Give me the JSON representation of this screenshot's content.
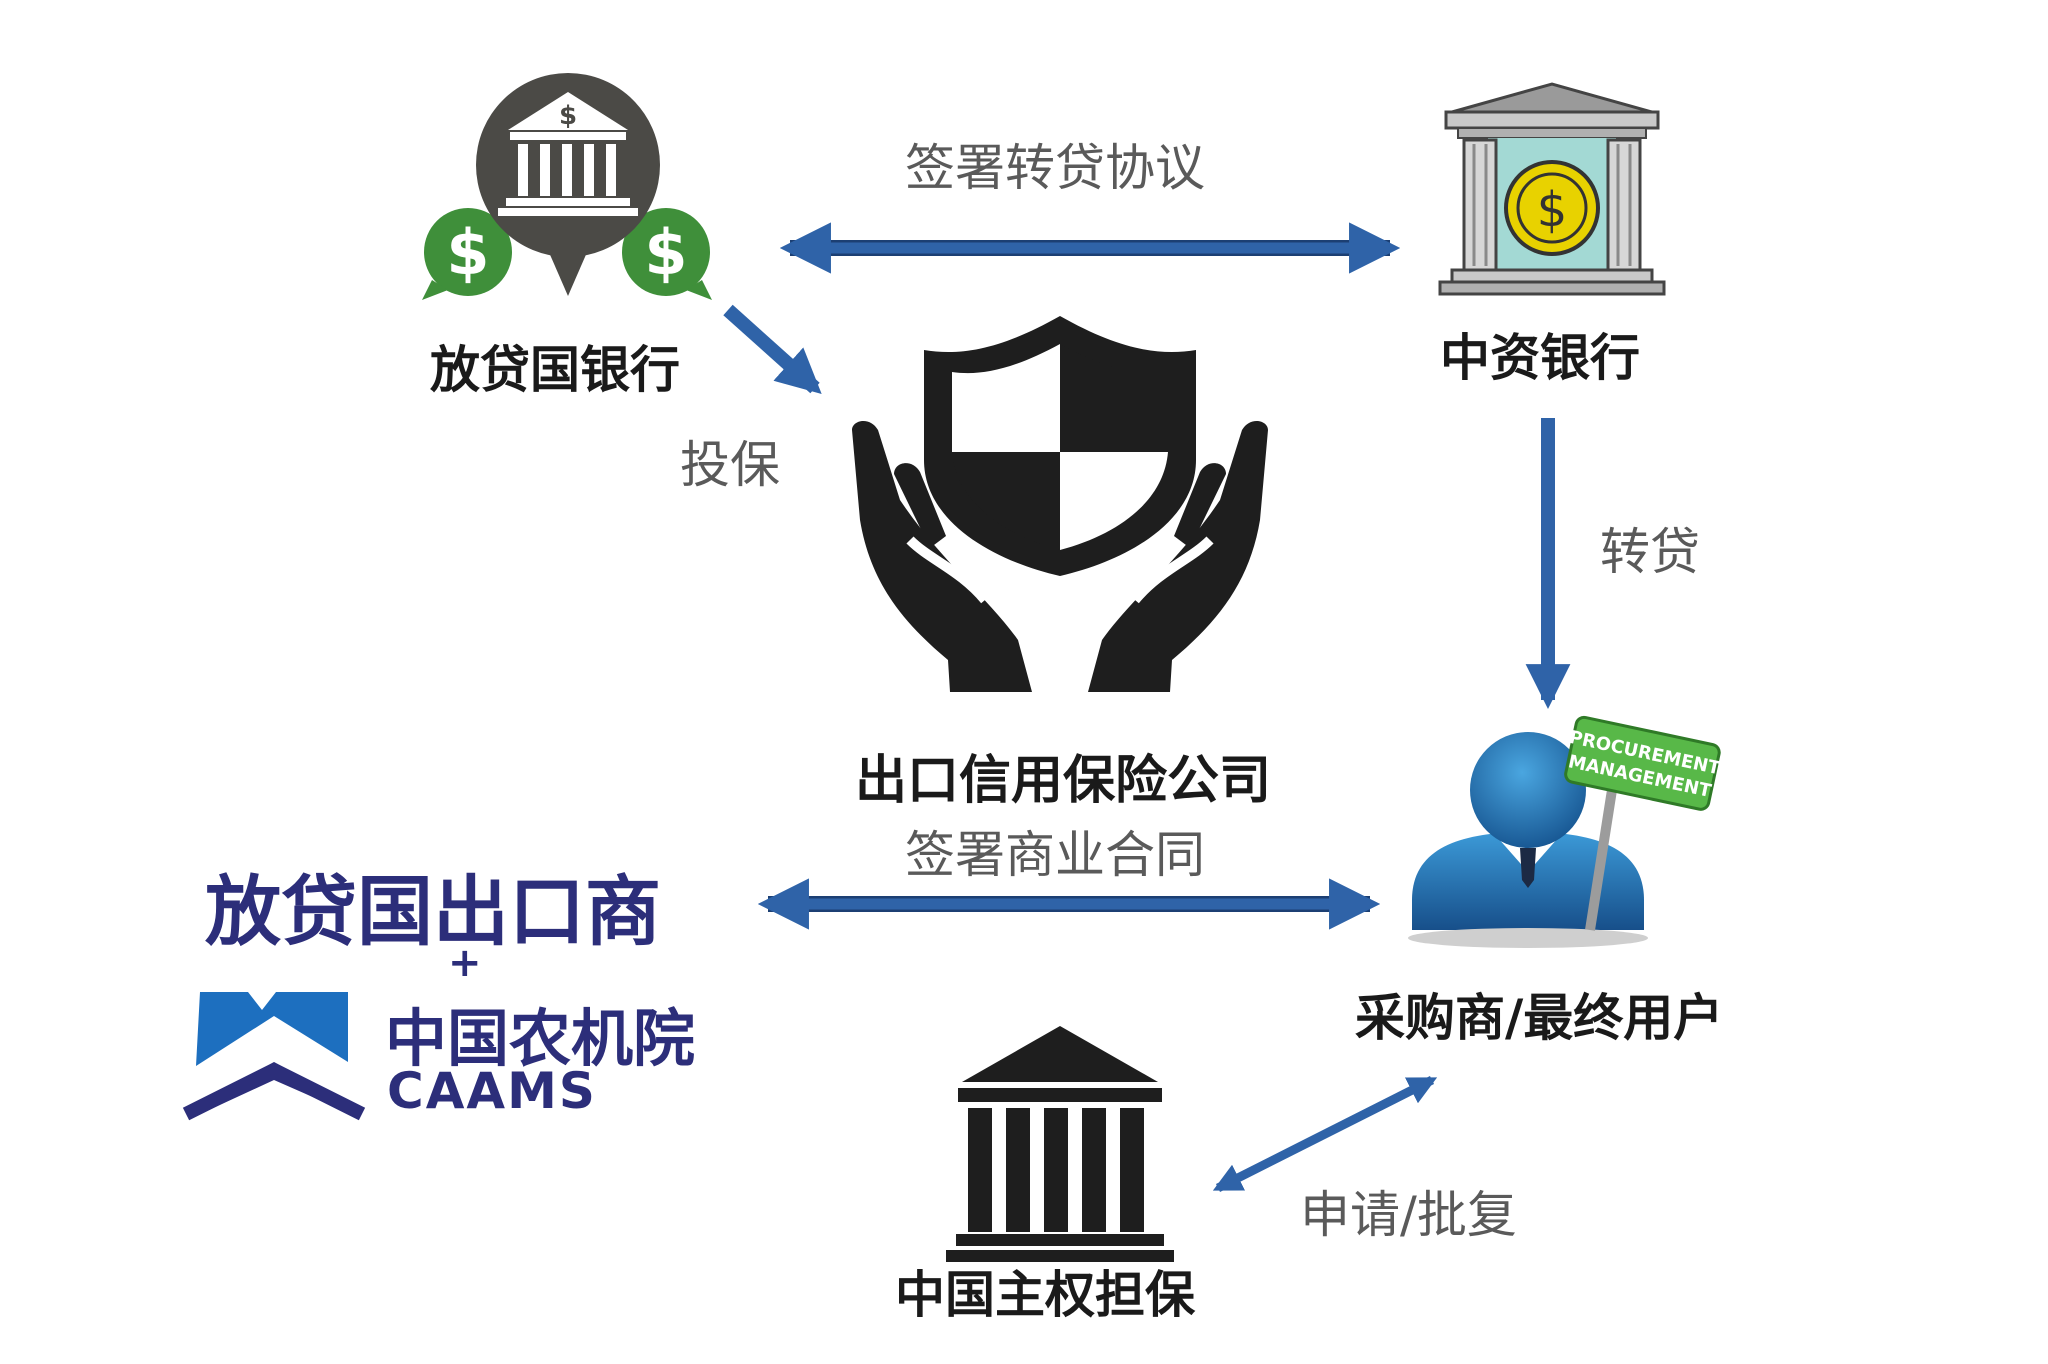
{
  "nodes": {
    "lender_bank": "放贷国银行",
    "chinese_bank": "中资银行",
    "insurer": "出口信用保险公司",
    "buyer": "采购商/最终用户",
    "sovereign": "中国主权担保",
    "exporter": "放贷国出口商"
  },
  "edges": {
    "agree_onlend": "签署转贷协议",
    "insure": "投保",
    "onlend": "转贷",
    "commercial_contract": "签署商业合同",
    "apply_approve": "申请/批复"
  },
  "logo": {
    "plus": "+",
    "name_cn": "中国农机院",
    "name_en": "CAAMS"
  },
  "sign_text": [
    "PROCUREMENT",
    "MANAGEMENT"
  ],
  "colors": {
    "arrow": "#2f63a8",
    "logo_navy": "#2c2e7a",
    "logo_blue": "#1d6fbf",
    "money_green": "#3f8f3a",
    "coin_yellow": "#e8d200",
    "icon_dark": "#1e1e1e"
  }
}
